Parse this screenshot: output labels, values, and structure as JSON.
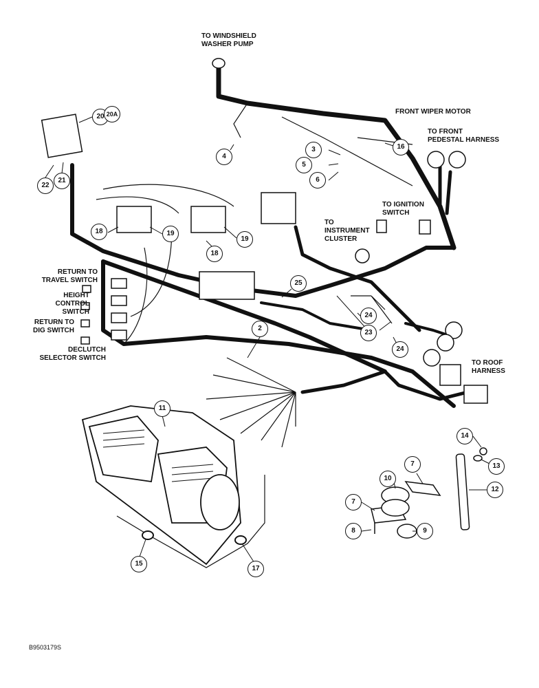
{
  "labels": {
    "windshield_washer": [
      "TO WINDSHIELD",
      "WASHER PUMP"
    ],
    "front_wiper": "FRONT WIPER MOTOR",
    "front_pedestal": [
      "TO FRONT",
      "PEDESTAL HARNESS"
    ],
    "ignition": [
      "TO IGNITION",
      "SWITCH"
    ],
    "instrument": [
      "TO",
      "INSTRUMENT",
      "CLUSTER"
    ],
    "travel_switch": [
      "RETURN TO",
      "TRAVEL SWITCH"
    ],
    "height_control": [
      "HEIGHT",
      "CONTROL",
      "SWITCH"
    ],
    "dig_switch": [
      "RETURN TO",
      "DIG SWITCH"
    ],
    "declutch": [
      "DECLUTCH",
      "SELECTOR SWITCH"
    ],
    "roof_harness": [
      "TO ROOF",
      "HARNESS"
    ]
  },
  "callouts": {
    "c20": "20",
    "c20a": "20A",
    "c21": "21",
    "c22": "22",
    "c4": "4",
    "c3": "3",
    "c5": "5",
    "c6": "6",
    "c16": "16",
    "c18a": "18",
    "c19a": "19",
    "c18b": "18",
    "c19b": "19",
    "c25": "25",
    "c2": "2",
    "c24a": "24",
    "c23": "23",
    "c24b": "24",
    "c11": "11",
    "c15": "15",
    "c17": "17",
    "c7a": "7",
    "c7b": "7",
    "c10": "10",
    "c8": "8",
    "c9": "9",
    "c14": "14",
    "c13": "13",
    "c12": "12"
  },
  "figure_id": "B9503179S",
  "colors": {
    "ink": "#111111",
    "paper": "#ffffff"
  }
}
